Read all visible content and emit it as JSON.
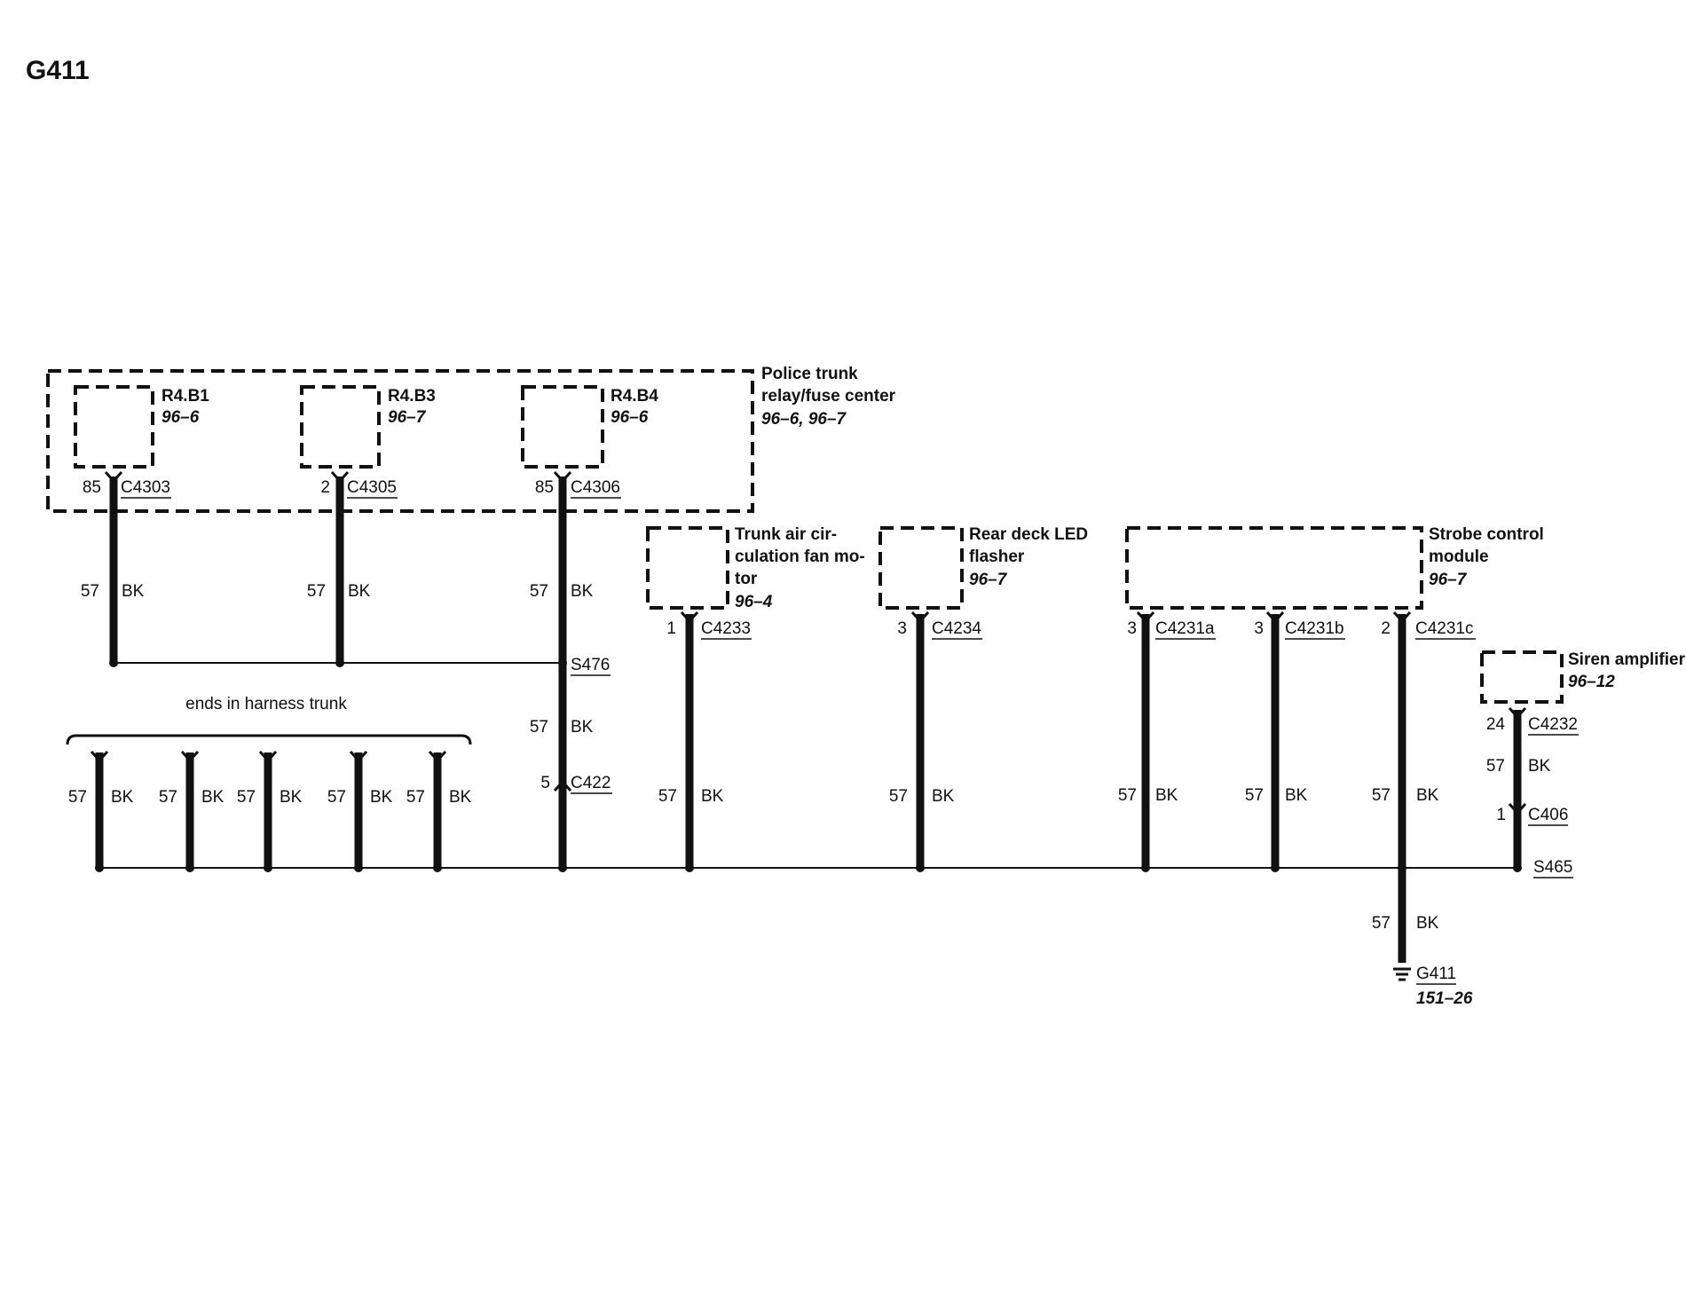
{
  "page_title": "G411",
  "relay_center": {
    "label_lines": [
      "Police trunk",
      "relay/fuse center"
    ],
    "ref": "96–6, 96–7",
    "relays": [
      {
        "name": "R4.B1",
        "ref": "96–6",
        "pin": "85",
        "connector": "C4303"
      },
      {
        "name": "R4.B3",
        "ref": "96–7",
        "pin": "2",
        "connector": "C4305"
      },
      {
        "name": "R4.B4",
        "ref": "96–6",
        "pin": "85",
        "connector": "C4306"
      }
    ]
  },
  "wire": {
    "circuit": "57",
    "color": "BK"
  },
  "splices": {
    "upper": "S476",
    "lower": "S465"
  },
  "inline_connector": {
    "pin": "5",
    "connector": "C422"
  },
  "harness_note": "ends in harness trunk",
  "components": [
    {
      "label_lines": [
        "Trunk air cir-",
        "culation fan mo-",
        "tor"
      ],
      "ref": "96–4",
      "pin": "1",
      "connector": "C4233"
    },
    {
      "label_lines": [
        "Rear deck LED",
        "flasher"
      ],
      "ref": "96–7",
      "pin": "3",
      "connector": "C4234"
    },
    {
      "label_lines": [
        "Strobe control",
        "module"
      ],
      "ref": "96–7",
      "pins": [
        {
          "pin": "3",
          "connector": "C4231a"
        },
        {
          "pin": "3",
          "connector": "C4231b"
        },
        {
          "pin": "2",
          "connector": "C4231c"
        }
      ]
    },
    {
      "label_lines": [
        "Siren amplifier"
      ],
      "ref": "96–12",
      "pin": "24",
      "connector": "C4232",
      "inline_pin": "1",
      "inline_connector": "C406"
    }
  ],
  "ground": {
    "name": "G411",
    "ref": "151–26"
  }
}
